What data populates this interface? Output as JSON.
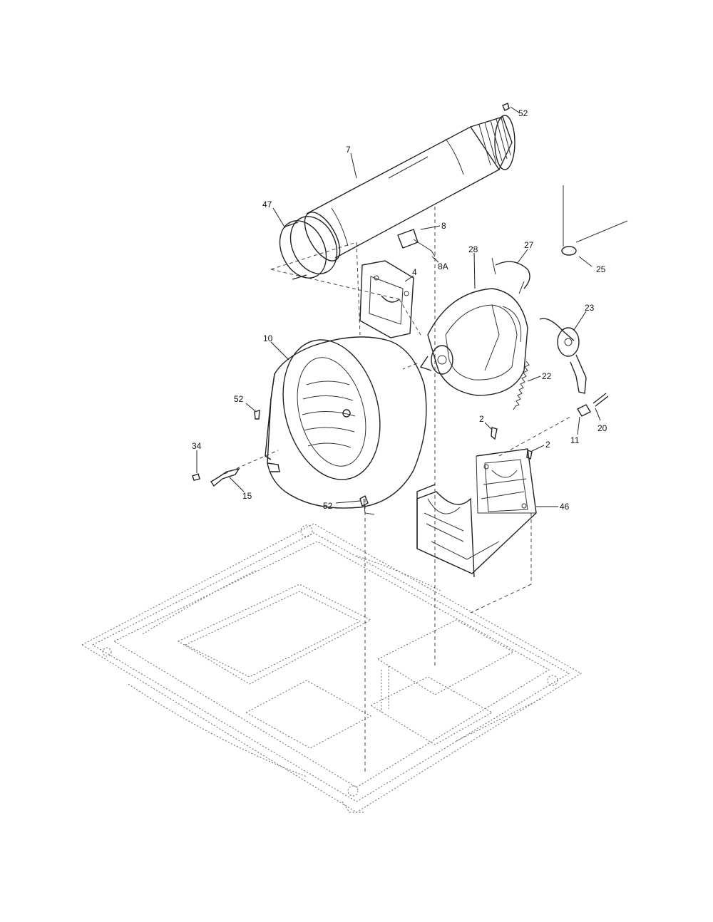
{
  "parts": {
    "p52_top": "52",
    "p7": "7",
    "p47": "47",
    "p8": "8",
    "p8a": "8A",
    "p28": "28",
    "p27": "27",
    "p25": "25",
    "p4": "4",
    "p23": "23",
    "p10": "10",
    "p22": "22",
    "p52_left": "52",
    "p2_a": "2",
    "p2_b": "2",
    "p20": "20",
    "p11": "11",
    "p34": "34",
    "p15": "15",
    "p52_bottom": "52",
    "p46": "46"
  },
  "colors": {
    "line": "#222222",
    "background": "#ffffff"
  }
}
